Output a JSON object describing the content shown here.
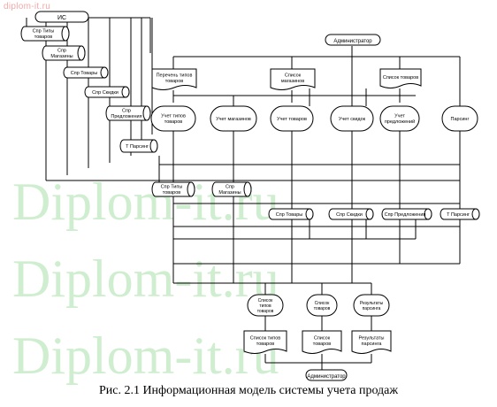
{
  "watermark_top": "diplom-it.ru",
  "watermark_big": "Diplom-it.ru",
  "caption": "Рис. 2.1 Информационная модель системы учета продаж",
  "nodes": {
    "ic": "ИС",
    "spr_tipy_left": [
      "Спр Типы",
      "товаров"
    ],
    "spr_magaziny_left": [
      "Спр",
      "Магазины"
    ],
    "spr_tovary_left": [
      "Спр Товары"
    ],
    "spr_skidki_left": [
      "Спр Скидки"
    ],
    "spr_predlozheniya_left": [
      "Спр",
      "Предложения"
    ],
    "t_parsing_left": [
      "Т Парсинг"
    ],
    "admin_top": "Администратор",
    "doc_perechen": [
      "Перечень типов",
      "товаров"
    ],
    "doc_spisok_magazinov": [
      "Список",
      "магазинов"
    ],
    "doc_spisok_tovarov_top": [
      "Список товаров"
    ],
    "proc_uchet_tipov": [
      "Учет типов",
      "товаров"
    ],
    "proc_uchet_magazinov": [
      "Учет магазинов"
    ],
    "proc_uchet_tovarov": [
      "Учет товаров"
    ],
    "proc_uchet_skidok": [
      "Учет скидок"
    ],
    "proc_uchet_predlozheniy": [
      "Учет",
      "предложений"
    ],
    "proc_parsing": [
      "Парсинг"
    ],
    "spr_tipy_mid": [
      "Спр Типы",
      "товаров"
    ],
    "spr_magaziny_mid": [
      "Спр",
      "Магазины"
    ],
    "spr_tovary_right": [
      "Спр Товары"
    ],
    "spr_skidki_right": [
      "Спр Скидки"
    ],
    "spr_predlozheniya_right": [
      "Спр Предложения"
    ],
    "t_parsing_right": [
      "Т Парсинг"
    ],
    "rep_spisok_tipov": [
      "Список",
      "типов",
      "товаров"
    ],
    "rep_spisok_tovarov": [
      "Список",
      "товаров"
    ],
    "rep_rezultaty": [
      "Результаты",
      "парсинга"
    ],
    "doc_spisok_tipov": [
      "Список типов",
      "товаров"
    ],
    "doc_spisok_tovarov": [
      "Список",
      "товаров"
    ],
    "doc_rezultaty": [
      "Результаты",
      "парсинга"
    ],
    "admin_bottom": "Администратор"
  }
}
